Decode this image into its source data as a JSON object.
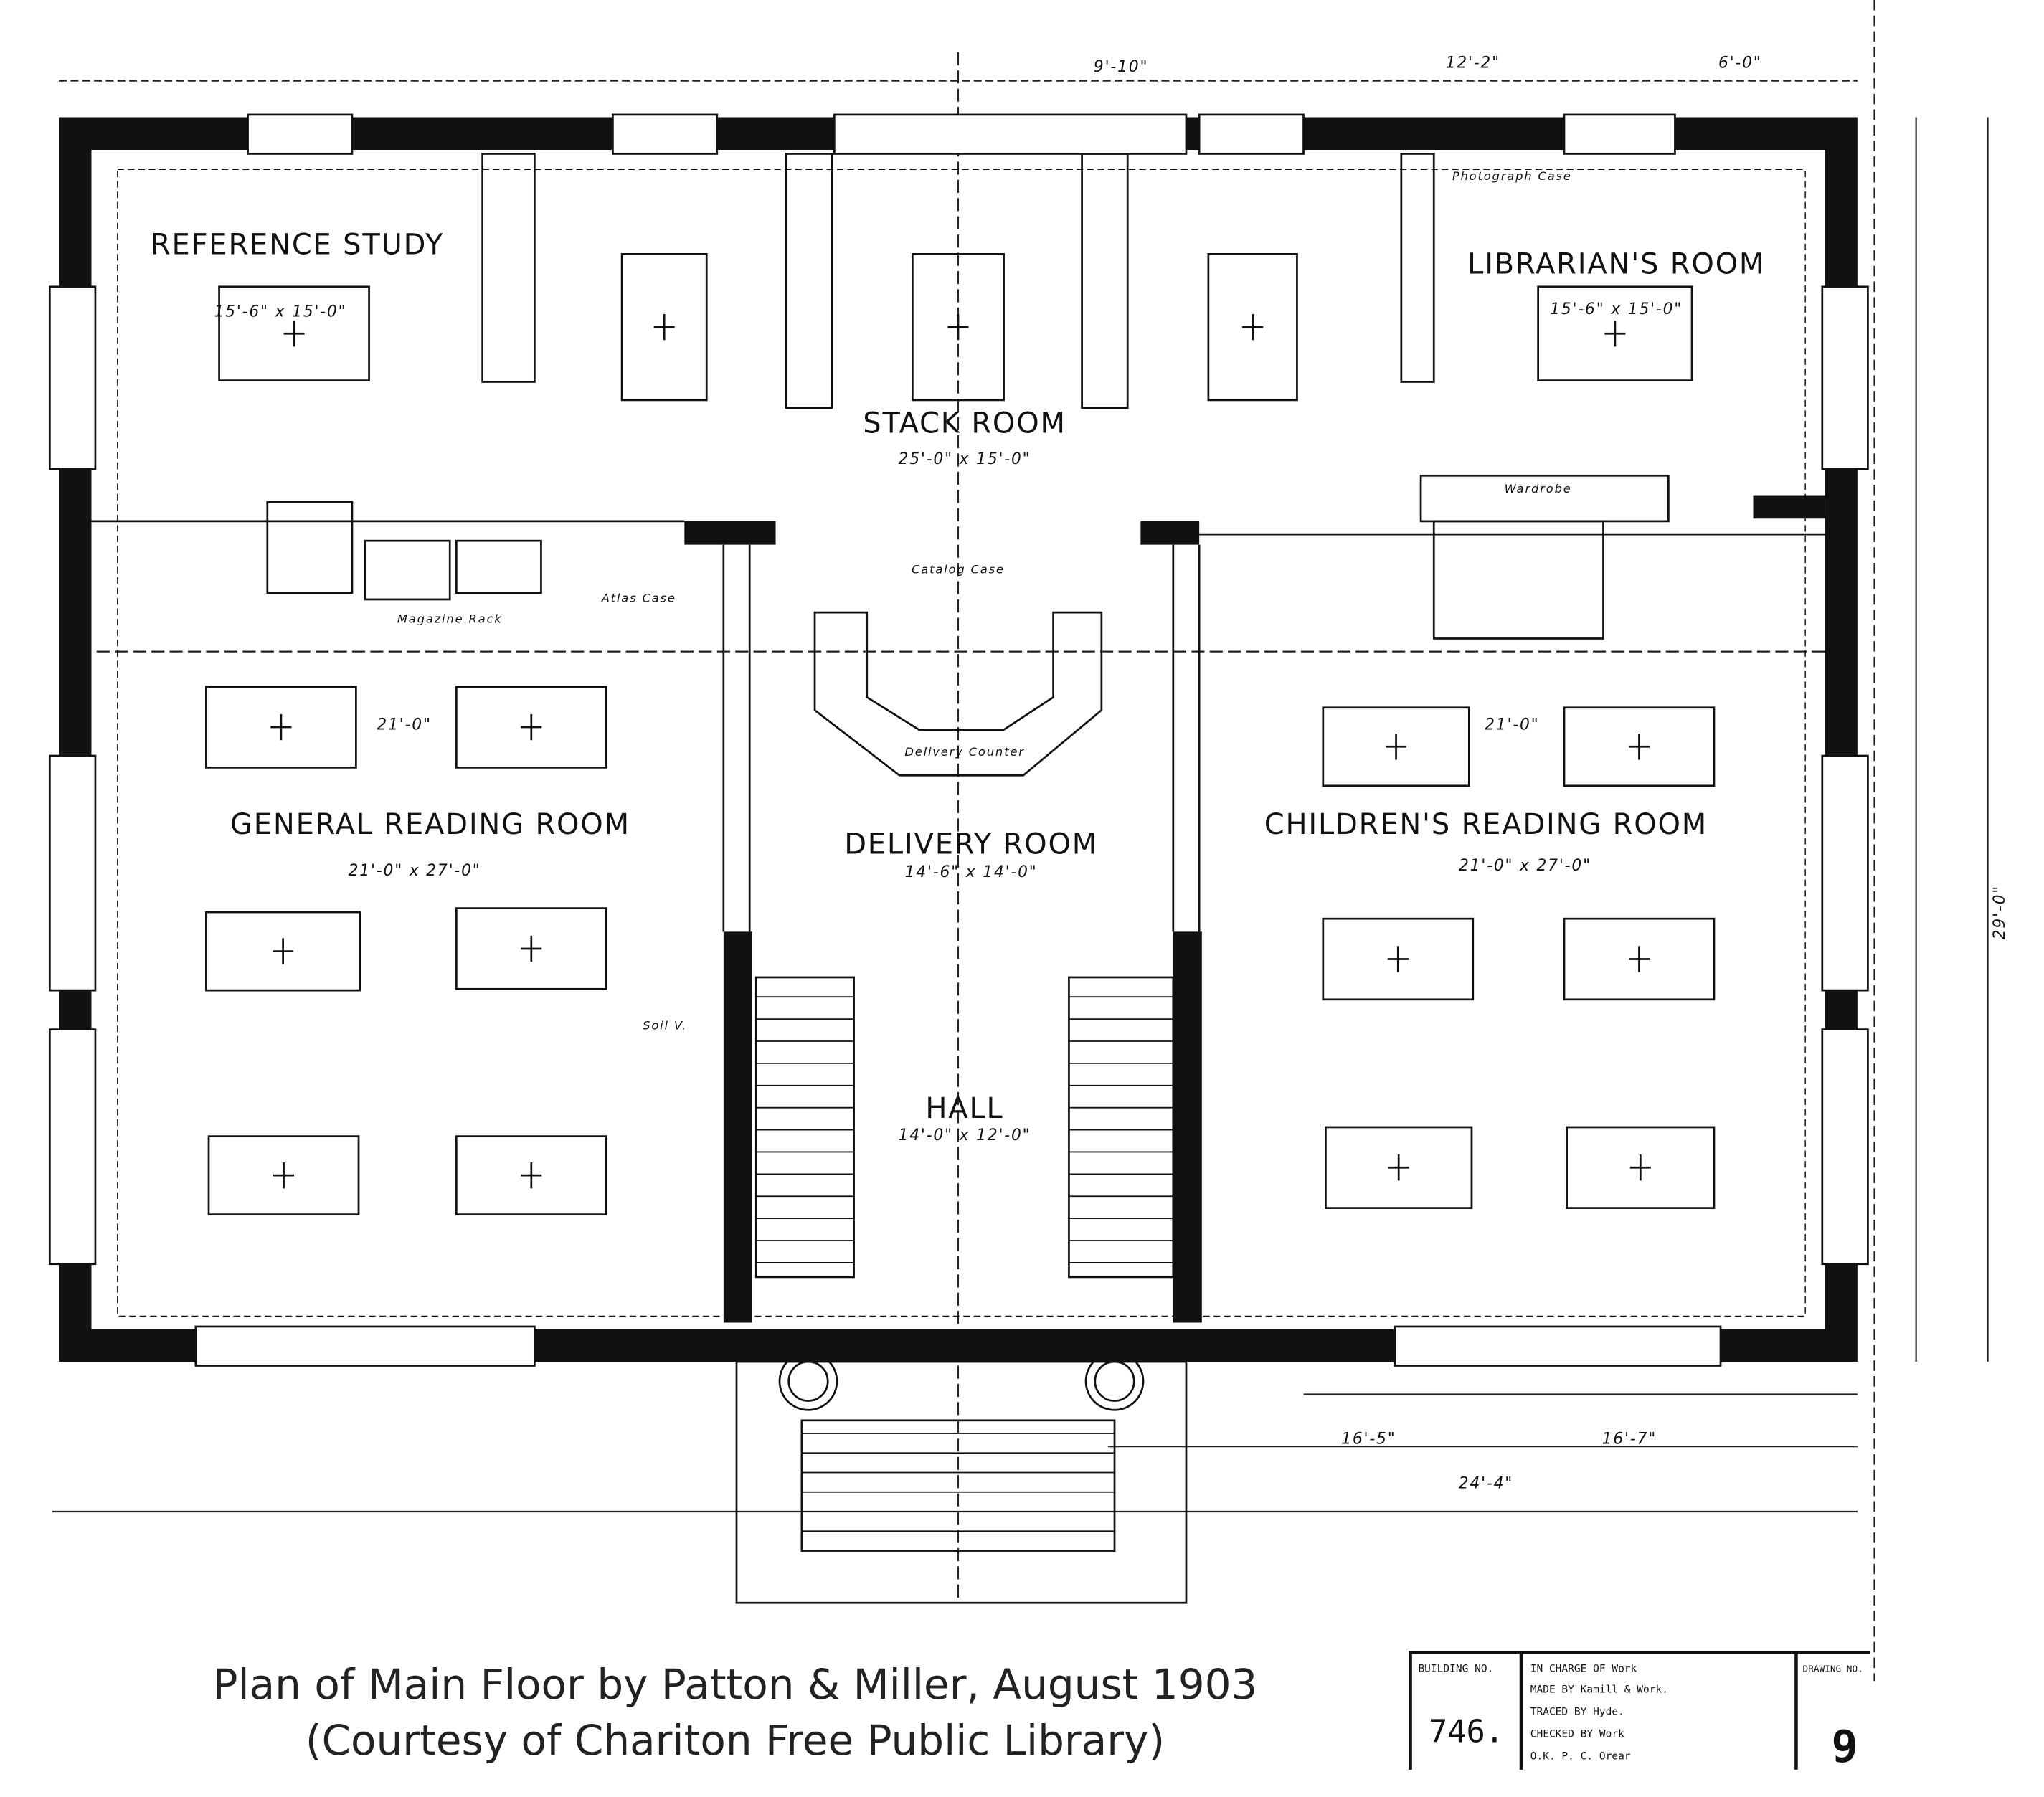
{
  "rooms": {
    "reference": {
      "name": "REFERENCE STUDY",
      "size": "15'-6\" x 15'-0\""
    },
    "stack": {
      "name": "STACK ROOM",
      "size": "25'-0\" x 15'-0\""
    },
    "librarian": {
      "name": "LIBRARIAN'S ROOM",
      "size": "15'-6\" x 15'-0\""
    },
    "general": {
      "name": "GENERAL READING ROOM",
      "size": "21'-0\" x 27'-0\""
    },
    "delivery": {
      "name": "DELIVERY ROOM",
      "size": "14'-6\" x 14'-0\""
    },
    "children": {
      "name": "CHILDREN'S READING ROOM",
      "size": "21'-0\" x 27'-0\""
    },
    "hall": {
      "name": "HALL",
      "size": "14'-0\" x 12'-0\""
    }
  },
  "notes": {
    "delivery_counter": "Delivery Counter",
    "magazine_rack": "Magazine Rack",
    "atlas_case": "Atlas Case",
    "catalog_case": "Catalog Case",
    "photograph_case": "Photograph Case",
    "wardrobe": "Wardrobe",
    "soil": "Soil V."
  },
  "dimensions": {
    "overall_depth": "29'-0\"",
    "left_width": "21'-0\"",
    "right_width": "21'-0\"",
    "front_left": "16'-5\"",
    "front_right": "16'-7\"",
    "porch": "24'-4\"",
    "top_a": "9'-10\"",
    "top_b": "12'-2\"",
    "top_c": "6'-0\""
  },
  "caption": {
    "line1": "Plan of Main Floor by Patton & Miller, August 1903",
    "line2": "(Courtesy of Chariton Free Public Library)"
  },
  "title_block": {
    "building_label": "BUILDING NO.",
    "building_no": "746.",
    "in_charge": "IN CHARGE OF  Work",
    "made_by": "MADE BY  Kamill & Work.",
    "traced_by": "TRACED BY  Hyde.",
    "checked_by": "CHECKED BY  Work",
    "ok": "O.K. P. C.  Orear",
    "drawing_label": "DRAWING NO.",
    "drawing_no": "9"
  }
}
